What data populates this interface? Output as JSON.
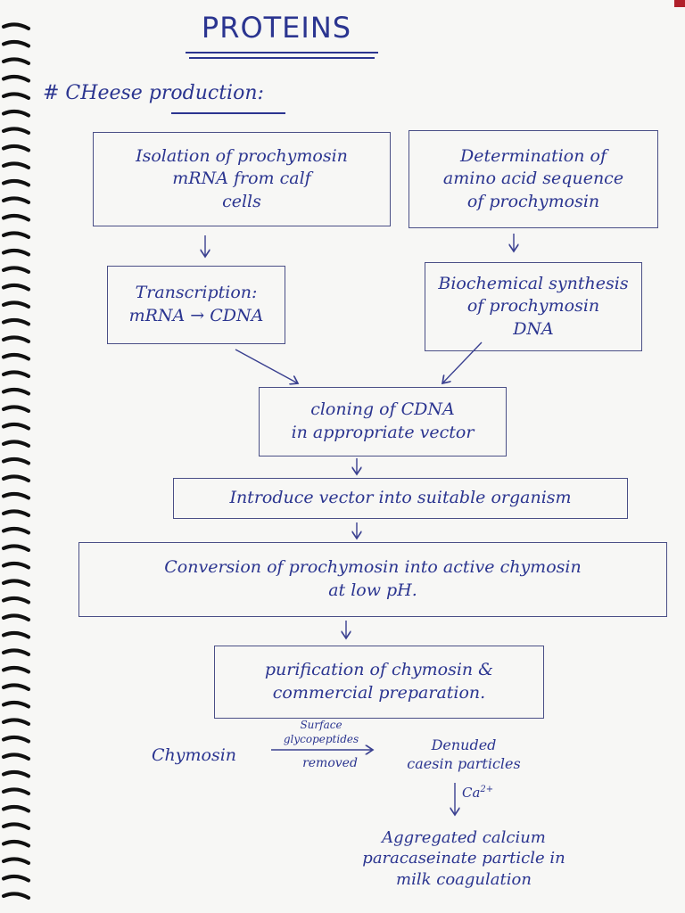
{
  "title": "PROTEINS",
  "section_heading": "# CHeese production:",
  "boxes": {
    "isolation": "Isolation of prochymosin\nmRNA from calf\ncells",
    "determination": "Determination of\namino acid sequence\nof prochymosin",
    "transcription": "Transcription:\nmRNA → CDNA",
    "biochemical": "Biochemical synthesis\nof prochymosin\nDNA",
    "cloning": "cloning of CDNA\nin appropriate vector",
    "introduce": "Introduce vector into suitable organism",
    "conversion": "Conversion of prochymosin into active chymosin\nat low pH.",
    "purification": "purification of chymosin &\ncommercial preparation."
  },
  "reaction": {
    "reactant": "Chymosin",
    "condition_above": "Surface\nglycopeptides",
    "condition_below": "removed",
    "product": "Denuded\ncaesin particles",
    "catalyst": "Ca",
    "catalyst_charge": "2+",
    "final_product": "Aggregated calcium\nparacaseinate particle in\nmilk coagulation"
  }
}
